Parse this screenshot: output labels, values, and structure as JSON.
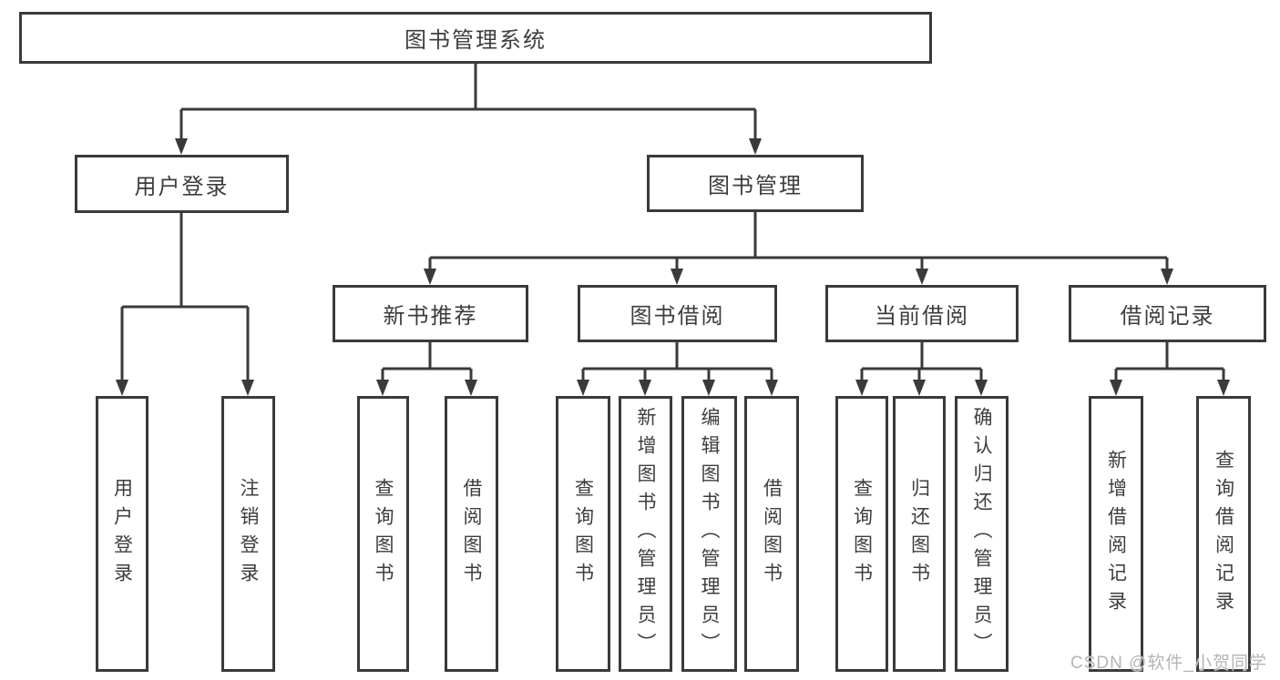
{
  "diagram": {
    "root": {
      "label": "图书管理系统"
    },
    "level1": [
      {
        "label": "用户登录",
        "children": [
          "用户登录",
          "注销登录"
        ]
      },
      {
        "label": "图书管理"
      }
    ],
    "level2": [
      {
        "label": "新书推荐",
        "children": [
          "查询图书",
          "借阅图书"
        ]
      },
      {
        "label": "图书借阅",
        "children": [
          "查询图书",
          "新增图书（管理员）",
          "编辑图书（管理员）",
          "借阅图书"
        ]
      },
      {
        "label": "当前借阅",
        "children": [
          "查询图书",
          "归还图书",
          "确认归还（管理员）"
        ]
      },
      {
        "label": "借阅记录",
        "children": [
          "新增借阅记录",
          "查询借阅记录"
        ]
      }
    ]
  },
  "watermark": {
    "text": "CSDN @软件_小贺同学"
  },
  "colors": {
    "line": "#3a3a3a",
    "text": "#3d3d3d",
    "box_bg": "#ffffff",
    "watermark": "#b5b5b5",
    "background": "#ffffff"
  }
}
